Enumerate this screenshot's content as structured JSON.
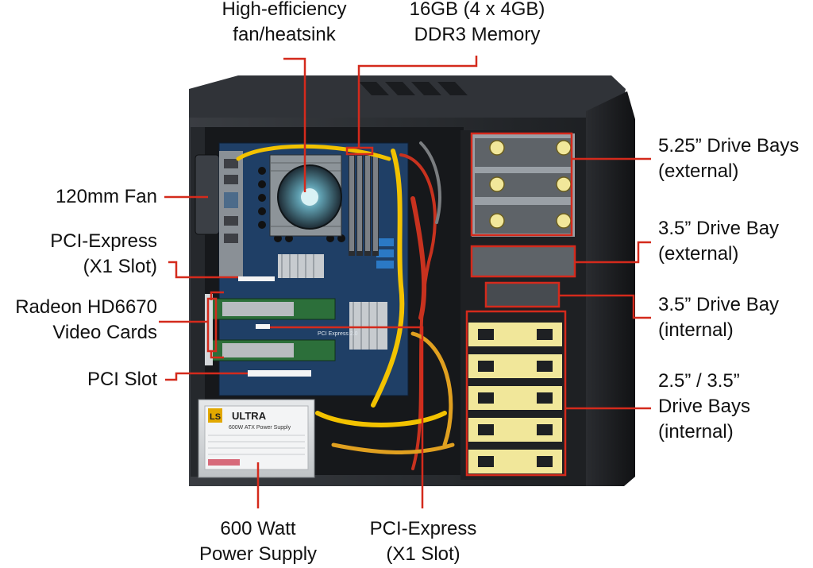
{
  "labels": {
    "fan_heatsink": [
      "High-efficiency",
      "fan/heatsink"
    ],
    "memory": [
      "16GB (4 x 4GB)",
      "DDR3 Memory"
    ],
    "fan_120mm": [
      "120mm Fan"
    ],
    "pcie_x1_left": [
      "PCI-Express",
      "(X1 Slot)"
    ],
    "video_cards": [
      "Radeon HD6670",
      "Video Cards"
    ],
    "pci_slot": [
      "PCI Slot"
    ],
    "power_supply": [
      "600 Watt",
      "Power Supply"
    ],
    "pcie_x1_bottom": [
      "PCI-Express",
      "(X1 Slot)"
    ],
    "bays_525": [
      "5.25” Drive Bays",
      "(external)"
    ],
    "bay_35_ext": [
      "3.5” Drive Bay",
      "(external)"
    ],
    "bay_35_int": [
      "3.5” Drive Bay",
      "(internal)"
    ],
    "bays_25_35": [
      "2.5” / 3.5”",
      "Drive Bays",
      "(internal)"
    ]
  },
  "psu_label": {
    "brand": "ULTRA",
    "badge": "LS",
    "model": "600W ATX Power Supply"
  },
  "board_text": "PCI Express 2.0",
  "colors": {
    "callout": "#d42a1c",
    "case": "#2b2e33",
    "case_dark": "#121416",
    "motherboard": "#1f3f66",
    "drive_tray": "#f1e79a",
    "cable_yellow": "#f2c200",
    "cable_red": "#c8321f"
  }
}
